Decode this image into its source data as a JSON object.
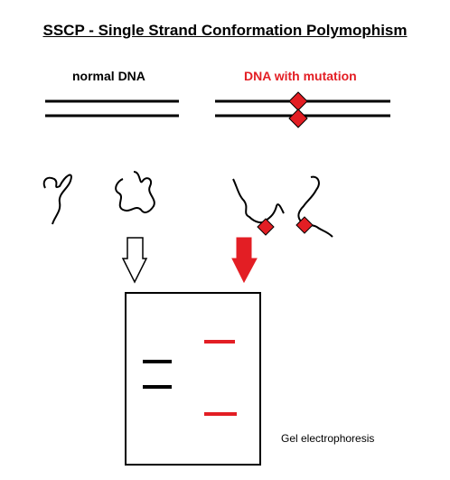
{
  "title": "SSCP - Single Strand Conformation Polymophism",
  "labels": {
    "normal": "normal DNA",
    "mutation": "DNA with mutation",
    "gel": "Gel electrophoresis"
  },
  "colors": {
    "normal": "#000000",
    "mutation": "#e31e24",
    "arrow_outline": "#000000",
    "background": "#ffffff"
  },
  "gel_bands": {
    "normal_lane_count": 2,
    "mutation_lane_count": 2
  }
}
